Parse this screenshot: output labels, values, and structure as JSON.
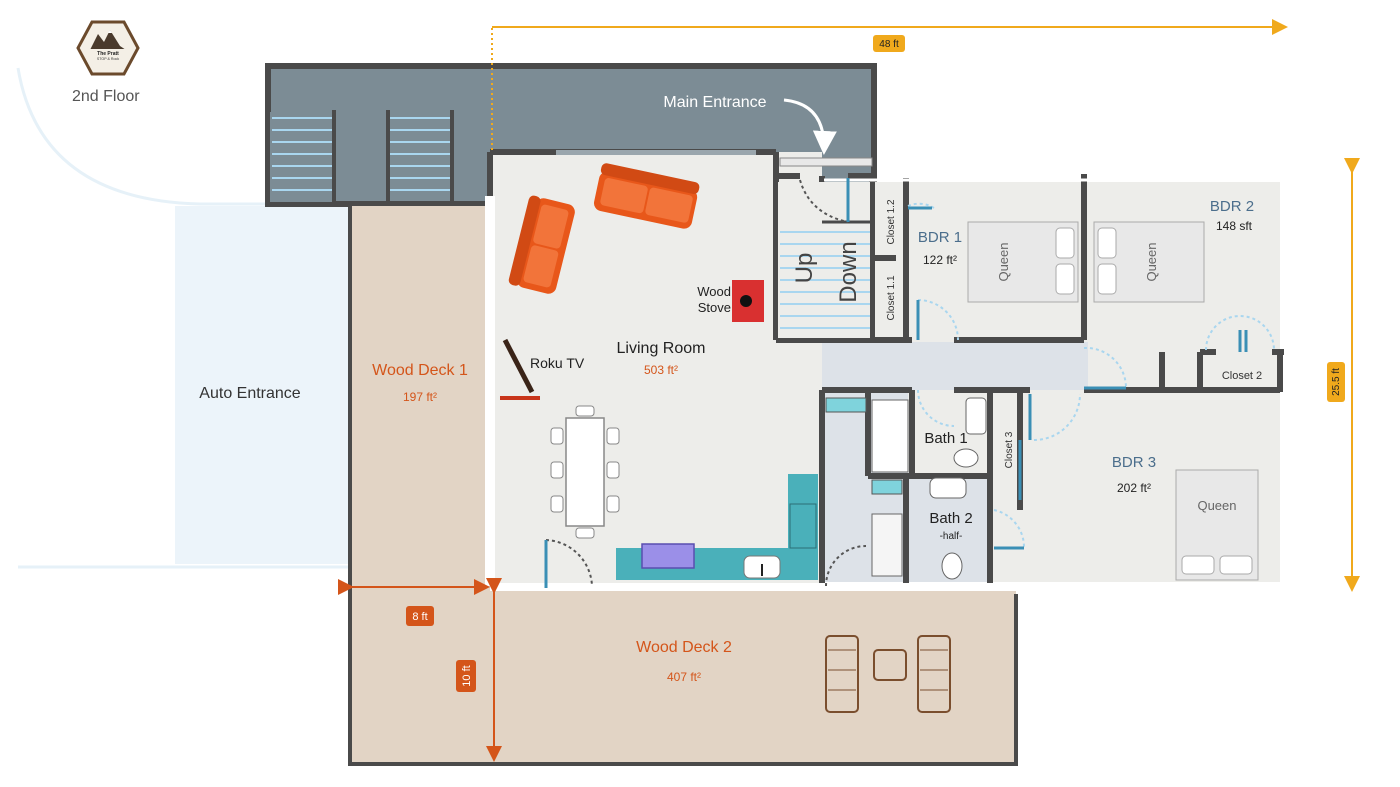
{
  "logo": {
    "name": "The Pratt",
    "tagline": "STOP & Rock"
  },
  "floor_label": "2nd Floor",
  "dimensions": {
    "width": "48 ft",
    "depth": "25.5 ft",
    "deck1_width": "8 ft",
    "deck2_depth": "10 ft"
  },
  "areas": {
    "auto_entrance": {
      "name": "Auto Entrance"
    },
    "main_entrance": {
      "name": "Main Entrance"
    },
    "wood_deck_1": {
      "name": "Wood Deck 1",
      "area": "197 ft²"
    },
    "wood_deck_2": {
      "name": "Wood Deck 2",
      "area": "407 ft²"
    },
    "living_room": {
      "name": "Living Room",
      "area": "503 ft²"
    },
    "bdr1": {
      "name": "BDR 1",
      "area": "122 ft²"
    },
    "bdr2": {
      "name": "BDR 2",
      "area": "148 sft"
    },
    "bdr3": {
      "name": "BDR 3",
      "area": "202 ft²"
    },
    "bath1": {
      "name": "Bath 1"
    },
    "bath2": {
      "name": "Bath 2",
      "note": "-half-"
    },
    "closet_1_1": "Closet 1.1",
    "closet_1_2": "Closet 1.2",
    "closet_2": "Closet 2",
    "closet_3": "Closet 3"
  },
  "fixtures": {
    "wood_stove": [
      "Wood",
      "Stove"
    ],
    "tv": "Roku TV",
    "stairs_up": "Up",
    "stairs_down": "Down",
    "bed_label": "Queen"
  },
  "colors": {
    "wall": "#4a4a4a",
    "deck": "#e2d4c5",
    "floor": "#ededea",
    "hall": "#dde2e8",
    "entry_area": "#ecf4fa",
    "porch_roof": "#7c8c95",
    "accent_orange": "#d4551a",
    "dim_yellow": "#f0a91c",
    "sofa": "#e8571a",
    "stove": "#d93030",
    "teal": "#4ab0ba"
  }
}
